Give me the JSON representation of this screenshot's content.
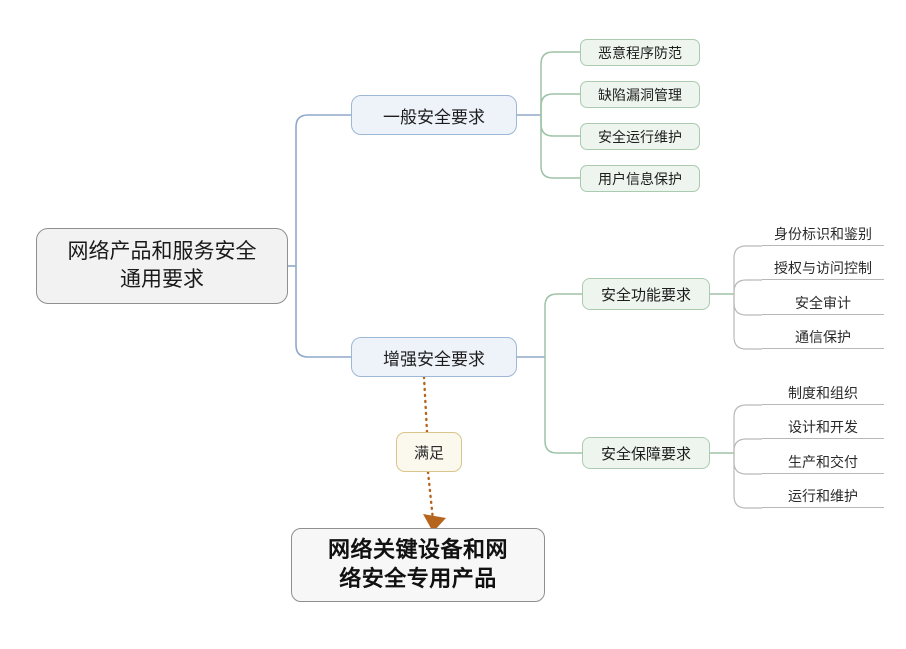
{
  "diagram": {
    "type": "mindmap",
    "title": "网络产品和服务安全通用要求",
    "colors": {
      "root_border": "#8f8f8f",
      "root_fill": "#f2f2f2",
      "blue_border": "#9db8d6",
      "blue_fill": "#eef3fa",
      "blue_edge": "#8fa9c9",
      "green_border": "#aacbb0",
      "green_fill": "#eef5ee",
      "green_edge": "#9dc2a5",
      "leaf_underline": "#b8b8b8",
      "relation_border": "#d9c48b",
      "relation_fill": "#fbf8ee",
      "relation_arrow": "#b5651d"
    }
  },
  "root": {
    "label": "网络产品和服务安全\n通用要求"
  },
  "branches": [
    {
      "id": "general",
      "label": "一般安全要求",
      "leaves": [
        {
          "label": "恶意程序防范"
        },
        {
          "label": "缺陷漏洞管理"
        },
        {
          "label": "安全运行维护"
        },
        {
          "label": "用户信息保护"
        }
      ]
    },
    {
      "id": "enhanced",
      "label": "增强安全要求",
      "groups": [
        {
          "id": "function",
          "label": "安全功能要求",
          "leaves": [
            {
              "label": "身份标识和鉴别"
            },
            {
              "label": "授权与访问控制"
            },
            {
              "label": "安全审计"
            },
            {
              "label": "通信保护"
            }
          ]
        },
        {
          "id": "assurance",
          "label": "安全保障要求",
          "leaves": [
            {
              "label": "制度和组织"
            },
            {
              "label": "设计和开发"
            },
            {
              "label": "生产和交付"
            },
            {
              "label": "运行和维护"
            }
          ]
        }
      ]
    }
  ],
  "relation": {
    "label": "满足"
  },
  "target": {
    "label": "网络关键设备和网\n络安全专用产品"
  }
}
